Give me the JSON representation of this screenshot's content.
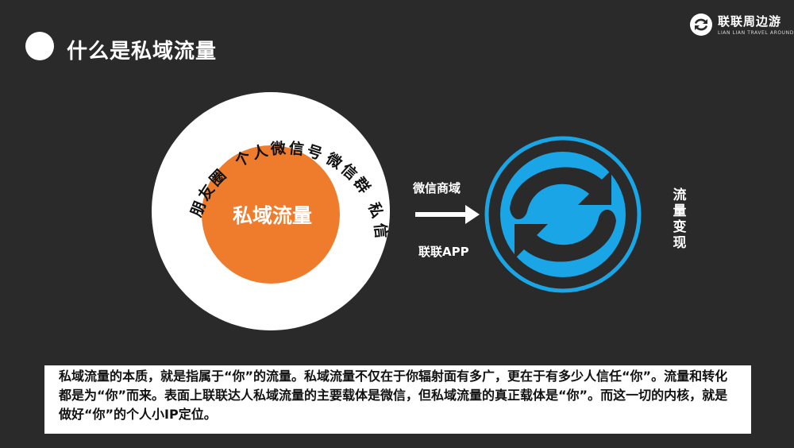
{
  "header": {
    "title": "什么是私域流量"
  },
  "brand": {
    "name": "联联周边游",
    "subtitle": "LIAN LIAN TRAVEL AROUND",
    "logo_icon": "lianlian-logo-icon"
  },
  "diagram": {
    "center_label": "私域流量",
    "ring_labels": [
      "朋友圈",
      "个人微信号",
      "微信群",
      "私信"
    ],
    "arrow_top_label": "微信商域",
    "arrow_bottom_label": "联联APP",
    "right_label": "流量变现"
  },
  "description": {
    "text": "私域流量的本质，就是指属于“你”的流量。私域流量不仅在于你辐射面有多广，更在于有多少人信任“你”。流量和转化都是为“你”而来。表面上联联达人私域流量的主要载体是微信，但私域流量的真正载体是“你”。而这一切的内核，就是做好“你”的个人小IP定位。"
  },
  "colors": {
    "background": "#2a2a2a",
    "center_orange": "#ee7c2c",
    "ring_white": "#ffffff",
    "logo_blue": "#1aa6e6"
  }
}
